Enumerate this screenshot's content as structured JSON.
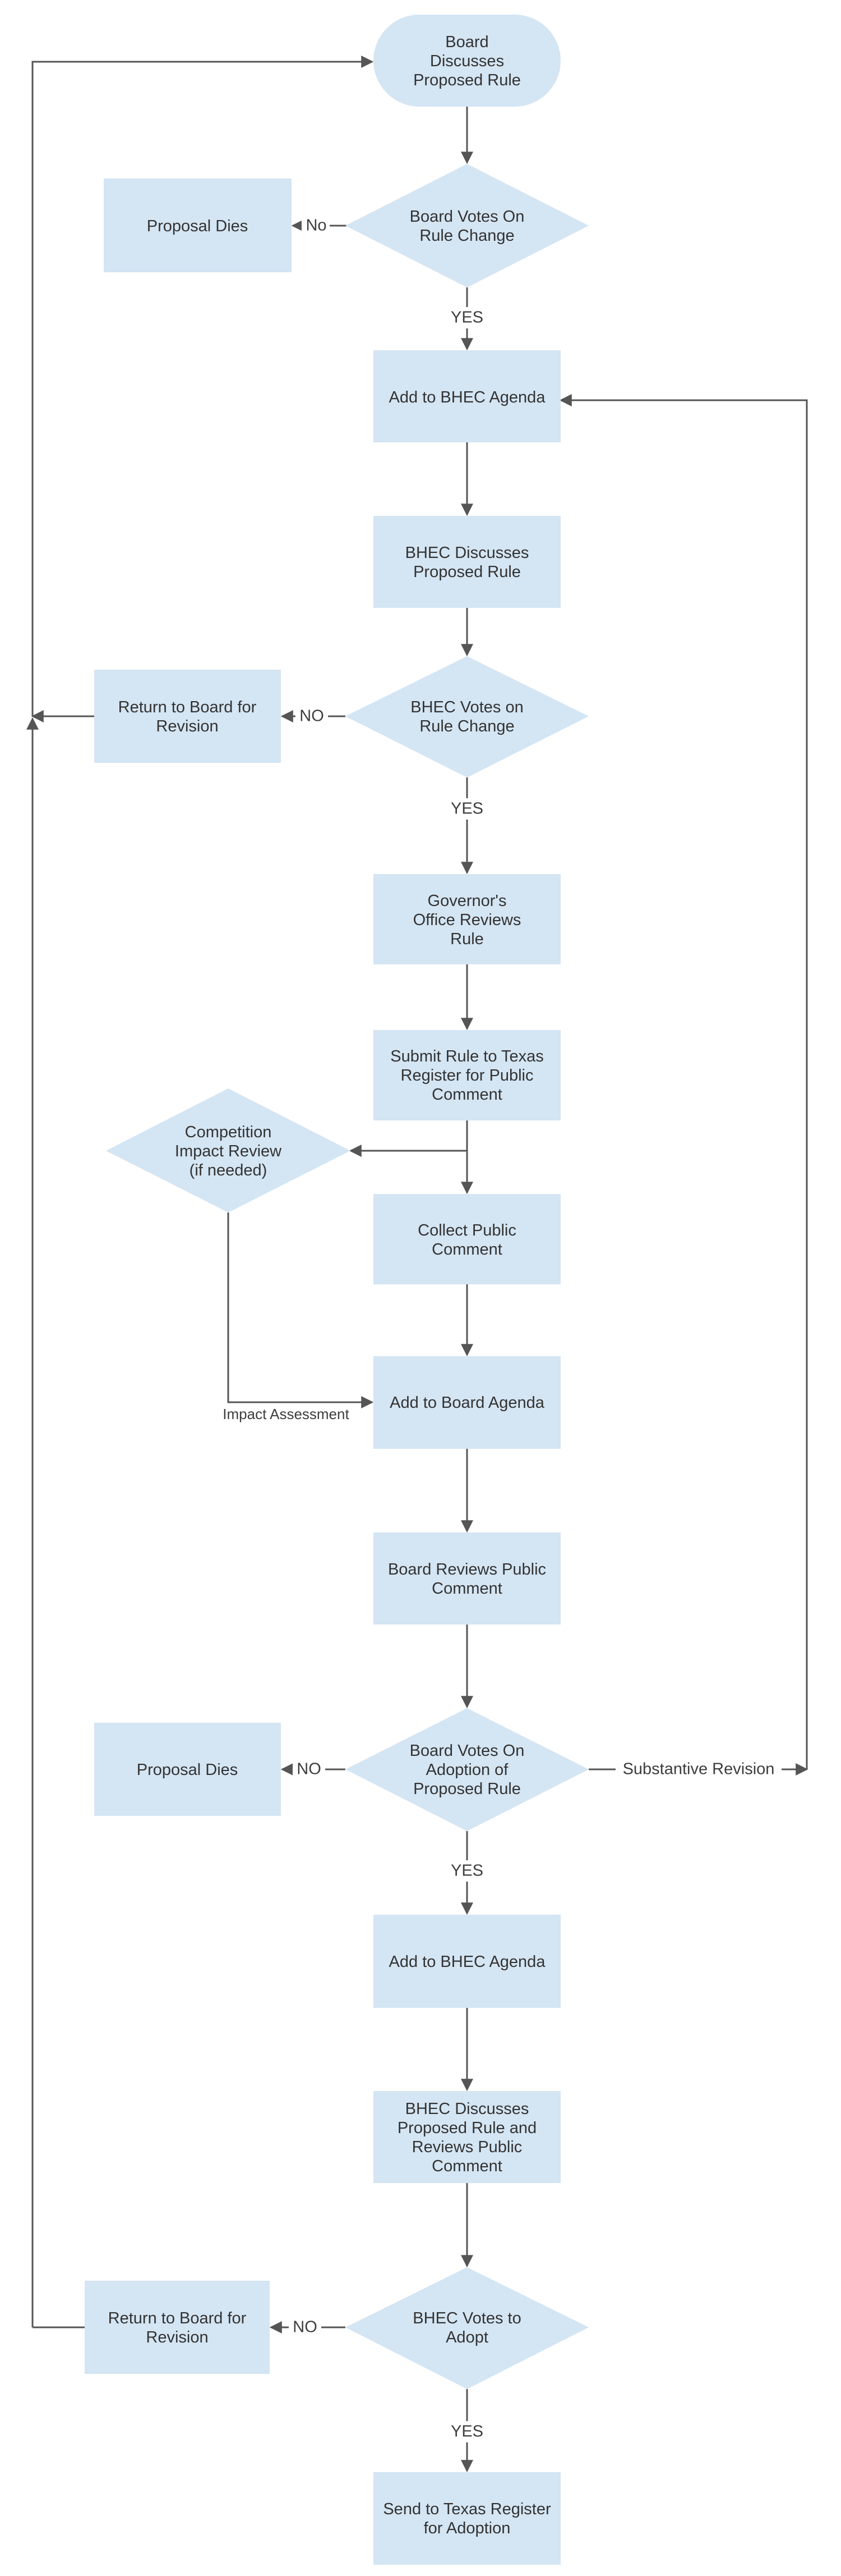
{
  "nodes": {
    "start": "Board\nDiscusses\nProposed Rule",
    "vote1": "Board Votes On\nRule Change",
    "dies1": "Proposal Dies",
    "bhec_agenda1": "Add to BHEC Agenda",
    "bhec_discuss1": "BHEC Discusses\nProposed Rule",
    "bhec_vote1": "BHEC Votes on\nRule Change",
    "return1": "Return to Board for\nRevision",
    "governor": "Governor's\nOffice Reviews\nRule",
    "submit": "Submit Rule to Texas\nRegister for Public\nComment",
    "impact": "Competition\nImpact Review\n(if needed)",
    "collect": "Collect Public\nComment",
    "board_agenda": "Add to Board Agenda",
    "board_review": "Board Reviews Public\nComment",
    "vote_adopt": "Board Votes On\nAdoption of\nProposed Rule",
    "dies2": "Proposal Dies",
    "bhec_agenda2": "Add to BHEC Agenda",
    "bhec_discuss2": "BHEC Discusses\nProposed Rule and\nReviews Public\nComment",
    "bhec_vote2": "BHEC Votes to\nAdopt",
    "return2": "Return to Board for\nRevision",
    "send": "Send to Texas Register\nfor Adoption"
  },
  "edge_labels": {
    "no1": "No",
    "yes1": "YES",
    "no2": "NO",
    "yes2": "YES",
    "impact_assessment": "Impact Assessment",
    "no3": "NO",
    "substantive_revision": "Substantive Revision",
    "yes3": "YES",
    "no4": "NO",
    "yes4": "YES"
  },
  "colors": {
    "shape_fill": "#d4e5f3",
    "line": "#555555",
    "text": "#333333"
  }
}
